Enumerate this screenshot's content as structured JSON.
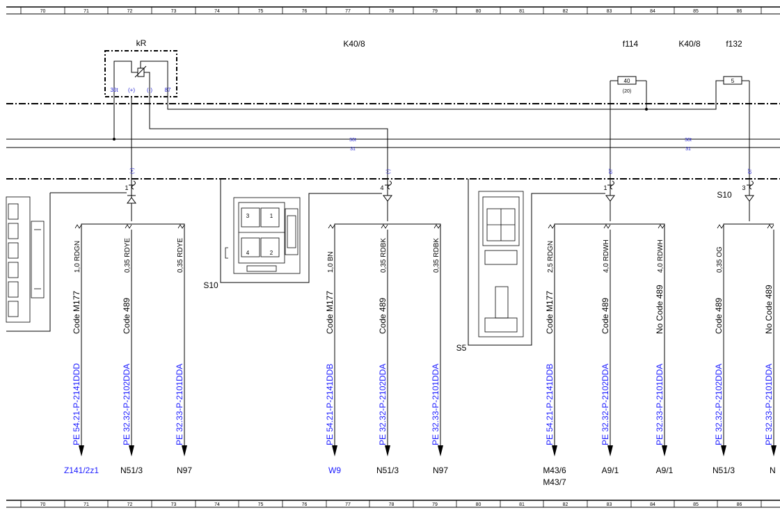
{
  "ruler_numbers": [
    "70",
    "71",
    "72",
    "73",
    "74",
    "75",
    "76",
    "77",
    "78",
    "79",
    "80",
    "81",
    "82",
    "83",
    "84",
    "85",
    "86"
  ],
  "component_labels": {
    "kr": "kR",
    "k40_8_left": "K40/8",
    "f114": "f114",
    "k40_8_right": "K40/8",
    "f132": "f132"
  },
  "relay_pins": {
    "p30t": "30t",
    "plus": "(+)",
    "minus": "(-)",
    "p87": "87"
  },
  "fuses": {
    "f114_value": "40",
    "f114_sub": "(20)",
    "f132_value": "5"
  },
  "bus_labels": {
    "b30t_a": "30t",
    "b31_a": "31",
    "b30t_b": "30t",
    "b31_b": "31"
  },
  "tap_labels": {
    "plus": "(+)",
    "minus": "(-)",
    "p87_a": "87",
    "p87_b": "87"
  },
  "pin_numbers": {
    "left": "1",
    "middle": "4",
    "right": "1",
    "far_right": "3"
  },
  "connectors": {
    "s10_a": "S10",
    "s10_b": "S10",
    "s5": "S5"
  },
  "connector_pins": {
    "p3": "3",
    "p1": "1",
    "p4": "4",
    "p2": "2"
  },
  "wires": [
    {
      "spec": "1,0 RDGN",
      "code": "Code M177",
      "ref": "PE 54.21-P-2141DDD",
      "dest": "Z141/2z1",
      "dest2": ""
    },
    {
      "spec": "0,35 RDYE",
      "code": "Code 489",
      "ref": "PE 32.32-P-2102DDA",
      "dest": "N51/3",
      "dest2": ""
    },
    {
      "spec": "0,35 RDYE",
      "code": "",
      "ref": "PE 32.33-P-2101DDA",
      "dest": "N97",
      "dest2": ""
    },
    {
      "spec": "1,0 BN",
      "code": "Code M177",
      "ref": "PE 54.21-P-2141DDB",
      "dest": "W9",
      "dest2": ""
    },
    {
      "spec": "0,35 RDBK",
      "code": "Code 489",
      "ref": "PE 32.32-P-2102DDA",
      "dest": "N51/3",
      "dest2": ""
    },
    {
      "spec": "0,35 RDBK",
      "code": "",
      "ref": "PE 32.33-P-2101DDA",
      "dest": "N97",
      "dest2": ""
    },
    {
      "spec": "2,5 RDGN",
      "code": "Code M177",
      "ref": "PE 54.21-P-2141DDB",
      "dest": "M43/6",
      "dest2": "M43/7"
    },
    {
      "spec": "4,0 RDWH",
      "code": "Code 489",
      "ref": "PE 32.32-P-2102DDA",
      "dest": "A9/1",
      "dest2": ""
    },
    {
      "spec": "4,0 RDWH",
      "code": "No  Code 489",
      "ref": "PE 32.33-P-2101DDA",
      "dest": "A9/1",
      "dest2": ""
    },
    {
      "spec": "0,35 OG",
      "code": "Code 489",
      "ref": "PE 32.32-P-2102DDA",
      "dest": "N51/3",
      "dest2": ""
    },
    {
      "spec": "",
      "code": "No  Code 489",
      "ref": "PE 32.33-P-2101DDA",
      "dest": "N",
      "dest2": ""
    }
  ],
  "colors": {
    "line": "#000000",
    "link_blue": "#1a1aff",
    "pin_blue": "#2a2ad0",
    "background": "#ffffff"
  }
}
